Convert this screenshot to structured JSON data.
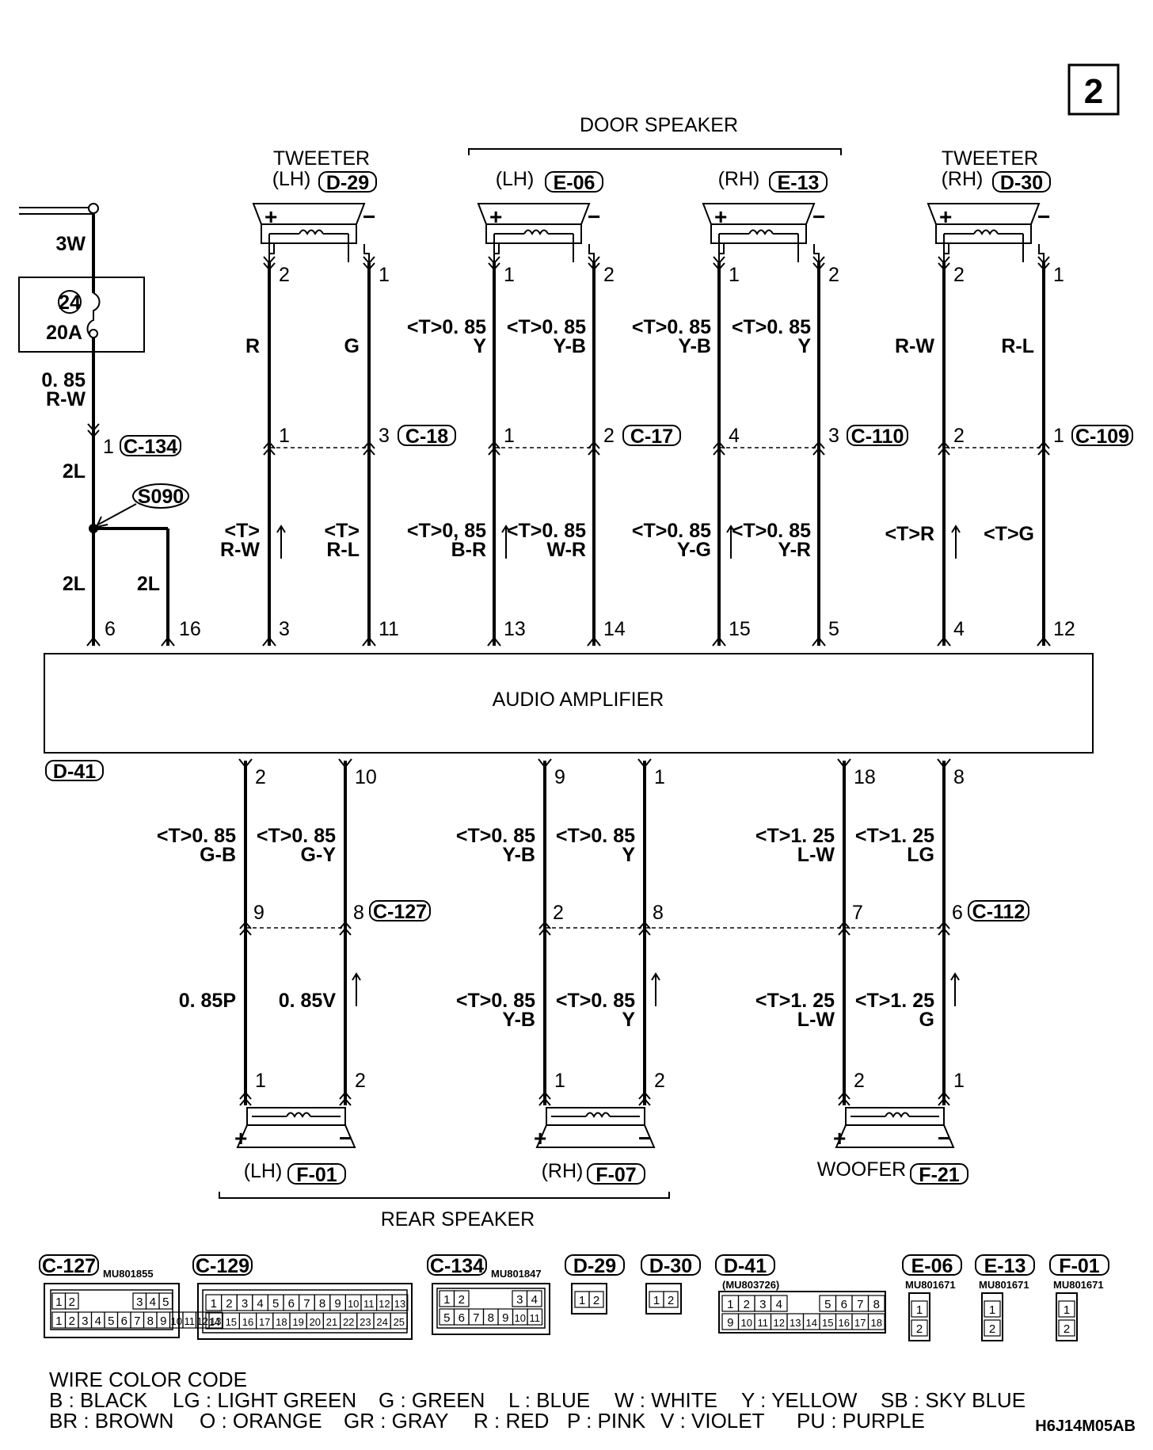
{
  "page_number": "2",
  "drawing_code": "H6J14M05AB",
  "groups": {
    "door_speaker": "DOOR SPEAKER",
    "rear_speaker": "REAR SPEAKER"
  },
  "top_devices": [
    {
      "title": "TWEETER",
      "side": "(LH)",
      "conn": "D-29"
    },
    {
      "side": "(LH)",
      "conn": "E-06"
    },
    {
      "side": "(RH)",
      "conn": "E-13"
    },
    {
      "title": "TWEETER",
      "side": "(RH)",
      "conn": "D-30"
    }
  ],
  "bottom_devices": [
    {
      "side": "(LH)",
      "conn": "F-01"
    },
    {
      "side": "(RH)",
      "conn": "F-07"
    },
    {
      "side": "WOOFER",
      "conn": "F-21"
    }
  ],
  "amplifier": {
    "name": "AUDIO AMPLIFIER",
    "conn": "D-41"
  },
  "power": {
    "wire_top": "3W",
    "fuse_no": "24",
    "fuse_amp": "20A",
    "wire_size": "0. 85",
    "wire_color": "R-W",
    "conn_pin": "1",
    "conn": "C-134",
    "splice": "S090",
    "w1": "2L",
    "w2": "2L",
    "w3": "2L",
    "pin_a": "6",
    "pin_b": "16"
  },
  "top_texts": {
    "t1p": "2",
    "t1m": "1",
    "t2p": "1",
    "t2m": "2",
    "t3p": "1",
    "t3m": "2",
    "t4p": "2",
    "t4m": "1",
    "w_r": "R",
    "w_g": "G",
    "d1a": "<T>0. 85",
    "d1b": "Y",
    "d2a": "<T>0. 85",
    "d2b": "Y-B",
    "d3a": "<T>0. 85",
    "d3b": "Y-B",
    "d4a": "<T>0. 85",
    "d4b": "Y",
    "w_rw": "R-W",
    "w_rl": "R-L",
    "c18a": "1",
    "c18b": "3",
    "c18": "C-18",
    "c17a": "1",
    "c17b": "2",
    "c17": "C-17",
    "c110a": "4",
    "c110b": "3",
    "c110": "C-110",
    "c109a": "2",
    "c109b": "1",
    "c109": "C-109",
    "l1a": "<T>",
    "l1b": "R-W",
    "l2a": "<T>",
    "l2b": "R-L",
    "l3a": "<T>0, 85",
    "l3b": "B-R",
    "l4a": "<T>0. 85",
    "l4b": "W-R",
    "l5a": "<T>0. 85",
    "l5b": "Y-G",
    "l6a": "<T>0. 85",
    "l6b": "Y-R",
    "l7": "<T>R",
    "l8": "<T>G",
    "a3": "3",
    "a11": "11",
    "a13": "13",
    "a14": "14",
    "a15": "15",
    "a5": "5",
    "a4": "4",
    "a12": "12"
  },
  "bottom_texts": {
    "b2": "2",
    "b10": "10",
    "b9": "9",
    "b1": "1",
    "b18": "18",
    "b8": "8",
    "u1a": "<T>0. 85",
    "u1b": "G-B",
    "u2a": "<T>0. 85",
    "u2b": "G-Y",
    "u3a": "<T>0. 85",
    "u3b": "Y-B",
    "u4a": "<T>0. 85",
    "u4b": "Y",
    "u5a": "<T>1. 25",
    "u5b": "L-W",
    "u6a": "<T>1. 25",
    "u6b": "LG",
    "k9": "9",
    "k8": "8",
    "c127": "C-127",
    "k2": "2",
    "k8b": "8",
    "k7": "7",
    "k6": "6",
    "c112": "C-112",
    "v1": "0. 85P",
    "v2": "0. 85V",
    "v3a": "<T>0. 85",
    "v3b": "Y-B",
    "v4a": "<T>0. 85",
    "v4b": "Y",
    "v5a": "<T>1. 25",
    "v5b": "L-W",
    "v6a": "<T>1. 25",
    "v6b": "G",
    "s1": "1",
    "s2": "2",
    "s3": "1",
    "s4": "2",
    "s5": "2",
    "s6": "1"
  },
  "connectors": [
    {
      "id": "C-127",
      "part": "MU801855"
    },
    {
      "id": "C-129",
      "part": ""
    },
    {
      "id": "C-134",
      "part": "MU801847"
    },
    {
      "id": "D-29",
      "part": ""
    },
    {
      "id": "D-30",
      "part": ""
    },
    {
      "id": "D-41",
      "part": "(MU803726)"
    },
    {
      "id": "E-06",
      "part": "MU801671"
    },
    {
      "id": "E-13",
      "part": "MU801671"
    },
    {
      "id": "F-01",
      "part": "MU801671"
    }
  ],
  "pin_rows": {
    "c127": [
      "1",
      "2",
      "3",
      "4",
      "5",
      "6",
      "7",
      "8",
      "9",
      "10",
      "11",
      "12",
      "13"
    ],
    "c129a": [
      "1",
      "2",
      "3",
      "4",
      "5",
      "6",
      "7",
      "8",
      "9",
      "10",
      "11",
      "12",
      "13"
    ],
    "c129b": [
      "14",
      "15",
      "16",
      "17",
      "18",
      "19",
      "20",
      "21",
      "22",
      "23",
      "24",
      "25"
    ],
    "c134a": [
      "1",
      "2",
      "3",
      "4"
    ],
    "c134b": [
      "5",
      "6",
      "7",
      "8",
      "9",
      "10",
      "11"
    ],
    "d41a": [
      "1",
      "2",
      "3",
      "4",
      "5",
      "6",
      "7",
      "8"
    ],
    "d41b": [
      "9",
      "10",
      "11",
      "12",
      "13",
      "14",
      "15",
      "16",
      "17",
      "18"
    ],
    "two": [
      "1",
      "2"
    ]
  },
  "wire_color_code": {
    "title": "WIRE COLOR CODE",
    "row1": [
      "B : BLACK",
      "LG : LIGHT GREEN",
      "G : GREEN",
      "L : BLUE",
      "W : WHITE",
      "Y : YELLOW",
      "SB : SKY BLUE"
    ],
    "row2": [
      "BR : BROWN",
      "O : ORANGE",
      "GR : GRAY",
      "R : RED",
      "P : PINK",
      "V : VIOLET",
      "PU : PURPLE"
    ]
  }
}
